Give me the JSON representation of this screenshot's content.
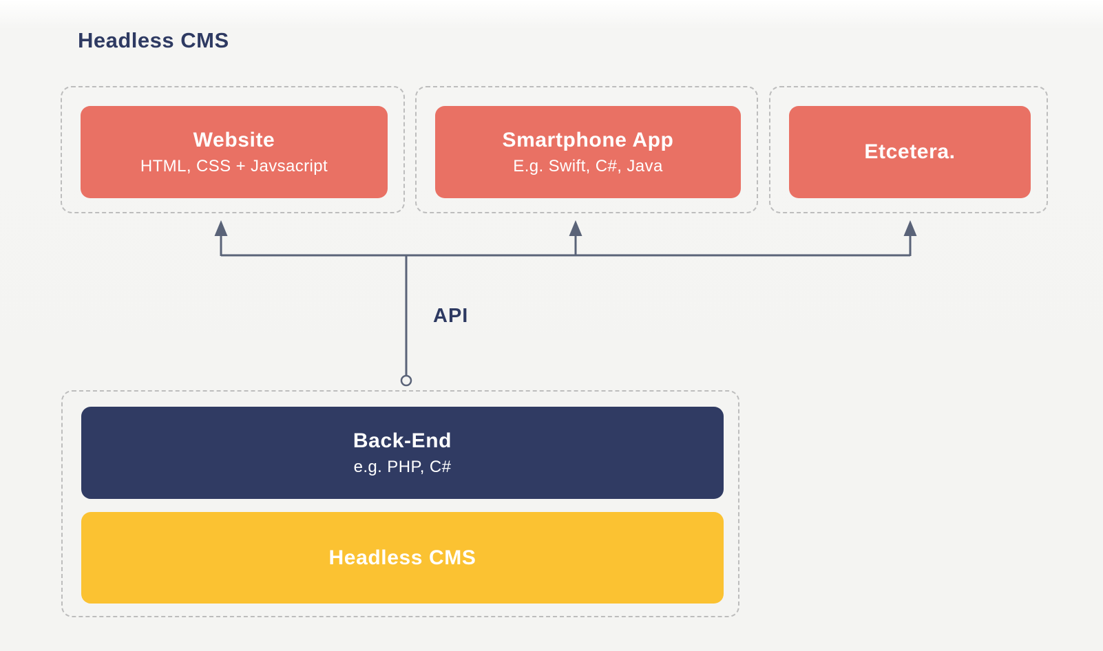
{
  "diagram": {
    "title": "Headless CMS",
    "frontends": [
      {
        "title": "Website",
        "subtitle": "HTML, CSS + Javsacript"
      },
      {
        "title": "Smartphone App",
        "subtitle": "E.g. Swift, C#, Java"
      },
      {
        "title": "Etcetera.",
        "subtitle": ""
      }
    ],
    "connector_label": "API",
    "backend": {
      "title": "Back-End",
      "subtitle": "e.g. PHP, C#"
    },
    "cms": {
      "title": "Headless CMS"
    }
  },
  "colors": {
    "background": "#f4f4f2",
    "title_text": "#2e3a62",
    "frontend_card": "#e97164",
    "backend_card": "#303b63",
    "cms_card": "#fbc232",
    "card_text": "#ffffff",
    "connector": "#5a6378",
    "dashed_border": "#bdbdbd"
  }
}
